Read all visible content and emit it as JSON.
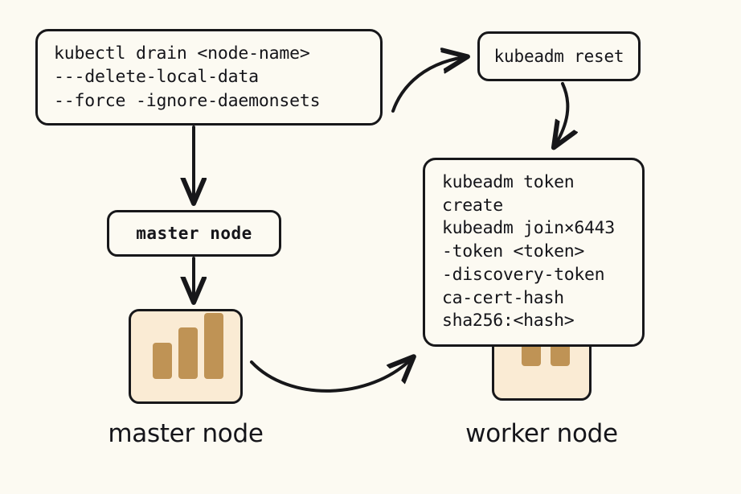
{
  "diagram": {
    "title": "Kubernetes node drain and rejoin workflow",
    "background_color": "#FCFAF2",
    "stroke_color": "#17171A",
    "icon_fill_color": "#FAEBD4",
    "bar_color": "#BF9355"
  },
  "boxes": {
    "drain": {
      "lines": [
        "kubectl drain <node-name>",
        "---delete-local-data",
        "--force -ignore-daemonsets"
      ],
      "text": "kubectl drain <node-name>\n---delete-local-data\n--force -ignore-daemonsets"
    },
    "reset": {
      "text": "kubeadm reset"
    },
    "master_node": {
      "text": "master node"
    },
    "join": {
      "lines": [
        "kubeadm token",
        "create",
        "kubeadm join×6443",
        "-token <token>",
        "-discovery-token",
        "ca-cert-hash",
        "sha256:<hash>"
      ],
      "text": "kubeadm token\ncreate\nkubeadm join×6443\n-token <token>\n-discovery-token\nca-cert-hash\nsha256:<hash>"
    }
  },
  "labels": {
    "master_node": "master node",
    "worker_node": "worker node"
  },
  "icons": {
    "master_server": {
      "name": "bar-chart-server-icon",
      "bars": [
        {
          "height_pct": 44,
          "label": "small"
        },
        {
          "height_pct": 62,
          "label": "medium"
        },
        {
          "height_pct": 82,
          "label": "large"
        }
      ]
    },
    "worker_server": {
      "name": "bar-chart-server-icon",
      "bars": [
        {
          "height_pct": 38,
          "label": "small"
        },
        {
          "height_pct": 60,
          "label": "large"
        }
      ]
    }
  },
  "arrows": [
    {
      "name": "drain-to-reset",
      "from": "drain",
      "to": "reset",
      "style": "curved"
    },
    {
      "name": "reset-to-join",
      "from": "reset",
      "to": "join",
      "style": "curved"
    },
    {
      "name": "drain-to-master-node",
      "from": "drain",
      "to": "master_node",
      "style": "straight"
    },
    {
      "name": "master-node-to-master-icon",
      "from": "master_node",
      "to": "master_server_icon",
      "style": "straight"
    },
    {
      "name": "master-to-worker",
      "from": "master_server_icon",
      "to": "join",
      "style": "curved"
    }
  ]
}
